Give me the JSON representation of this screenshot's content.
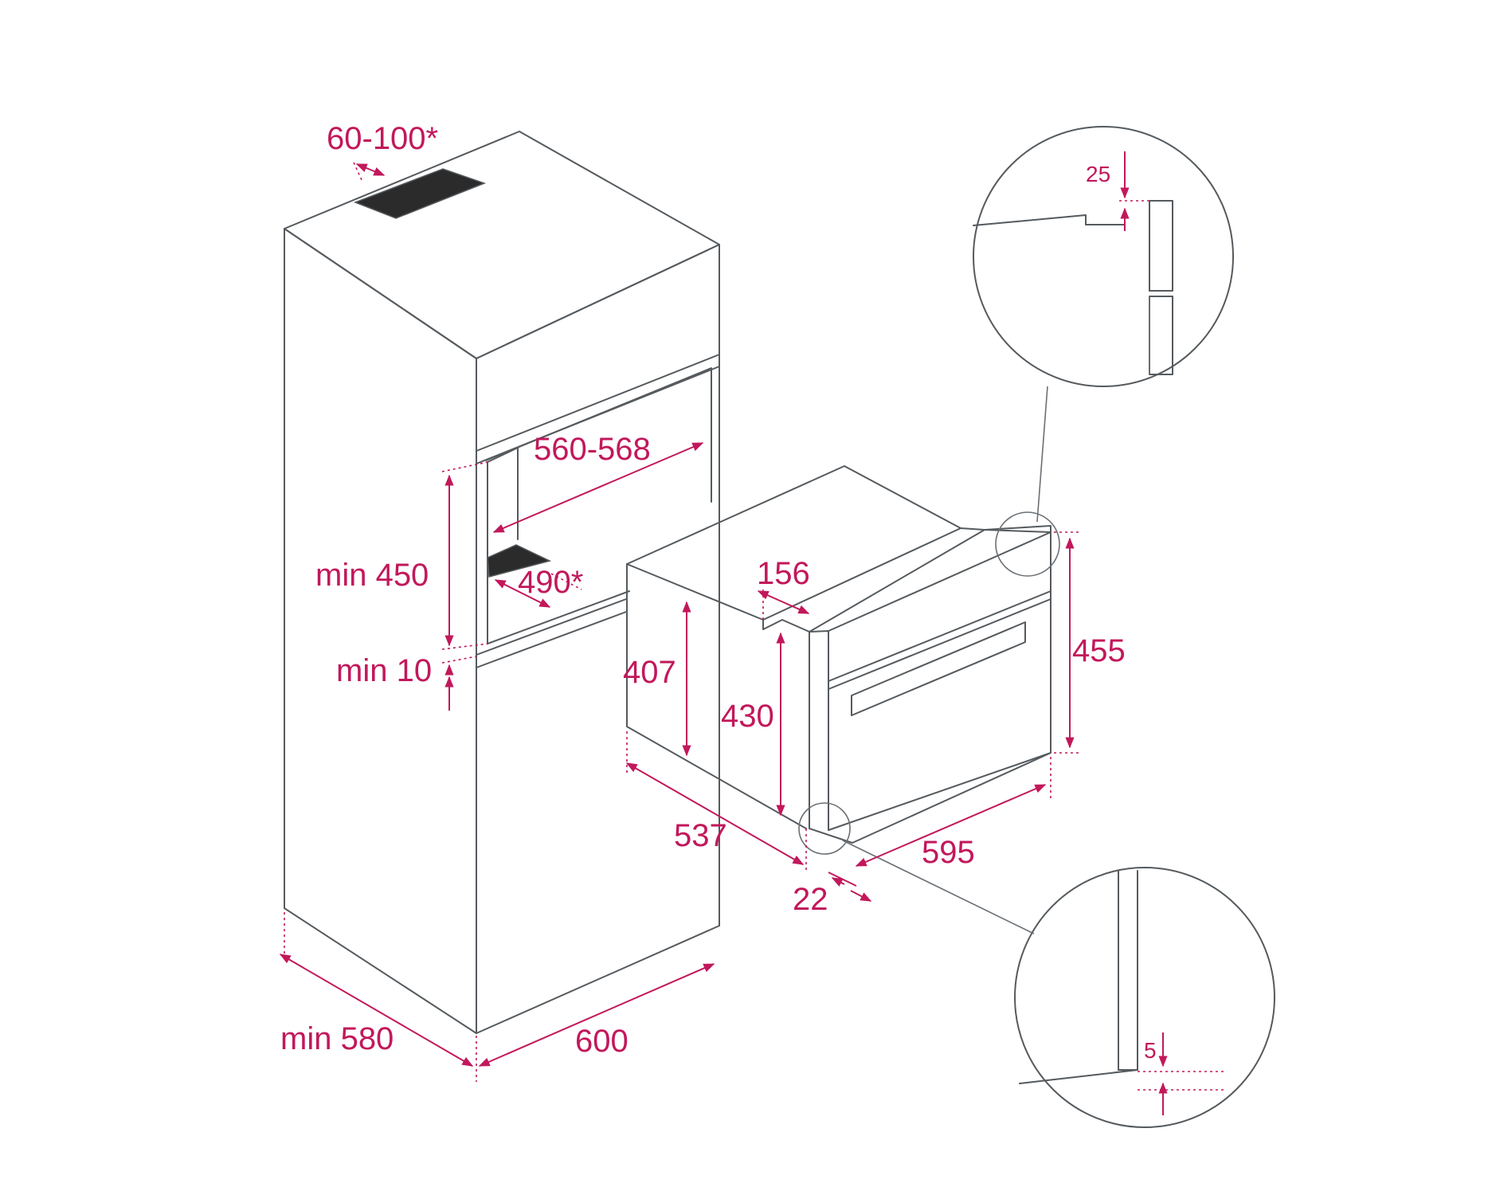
{
  "labels": {
    "top_vent_gap": "60-100*",
    "niche_width": "560-568",
    "niche_height": "min 450",
    "base_vent_depth": "490*",
    "base_gap": "min 10",
    "cabinet_depth": "min 580",
    "cabinet_width": "600",
    "oven_top_depth": "156",
    "oven_body_height": "407",
    "oven_inner_height": "430",
    "oven_front_height": "455",
    "oven_depth": "537",
    "oven_width": "595",
    "oven_front_offset": "22",
    "detail_top_gap": "25",
    "detail_bottom_gap": "5"
  },
  "colors": {
    "dimension": "#c2185b",
    "outline": "#555a5e",
    "vent": "#2b2b2b"
  }
}
